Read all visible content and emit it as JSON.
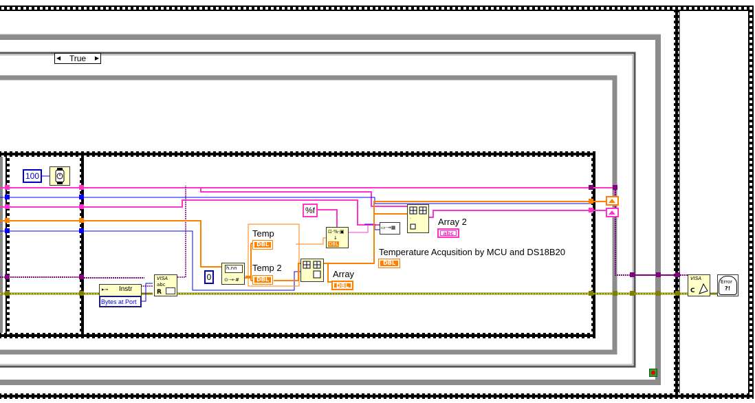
{
  "case_selector": {
    "value": "True",
    "left_arrow": "◀",
    "right_arrow": "▶"
  },
  "constants": {
    "wait_ms": "100",
    "zero": "0",
    "format_string": "%f"
  },
  "indicators": {
    "temp": "Temp",
    "temp2": "Temp 2",
    "array": "Array",
    "array2": "Array 2",
    "temperature_acquisition": "Temperature Acqusition by MCU and DS18B20"
  },
  "type_badges": {
    "dbl": "DBL",
    "string": "abc"
  },
  "property_node": {
    "class": "Instr",
    "property": "Bytes at Port"
  },
  "functions": {
    "visa_read": {
      "title": "VISA",
      "text": "abc",
      "r": "R"
    },
    "visa_close": {
      "title": "VISA",
      "text": "C"
    },
    "error_handler": {
      "text": "Error",
      "mark": "?!"
    },
    "scan_from_string": {
      "text": "h.nn"
    }
  },
  "colors": {
    "orange_wire": "#ff7f00",
    "pink_wire": "#ff33cc",
    "blue_wire": "#0000ff",
    "purple_wire": "#800080",
    "error_wire": "#808000",
    "frame_gray": "#808080"
  },
  "icons": [
    "wait-ms-icon",
    "visa-read-icon",
    "property-node-icon",
    "scan-from-string-icon",
    "build-array-icon",
    "format-string-icon",
    "visa-close-icon",
    "error-handler-icon",
    "stop-button-icon"
  ]
}
